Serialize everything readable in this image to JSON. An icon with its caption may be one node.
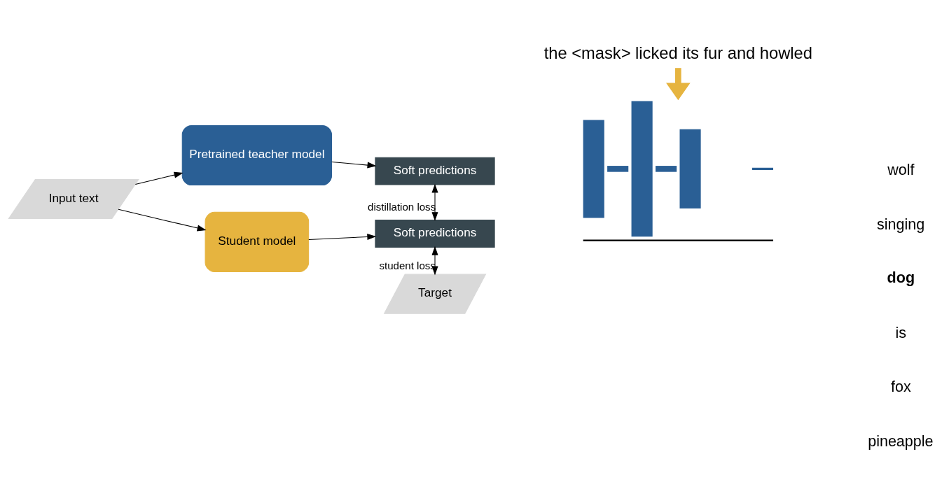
{
  "diagram": {
    "nodes": [
      {
        "text": [
          "Input text"
        ]
      },
      {
        "text": [
          "Pretrained teacher model"
        ]
      },
      {
        "text": [
          "Student model"
        ]
      },
      {
        "text": [
          "Soft predictions"
        ]
      },
      {
        "text": [
          "Soft predictions"
        ]
      },
      {
        "text": [
          "Target"
        ]
      },
      {
        "text": [],
        "shape": "bar"
      },
      {
        "text": [
          "the <mask> licked its fur and howled"
        ]
      }
    ],
    "edges": [
      {
        "from": 0,
        "to": 1,
        "arrow": "to"
      },
      {
        "from": 0,
        "to": 2,
        "arrow": "to"
      },
      {
        "from": 1,
        "to": 3,
        "arrow": "to"
      },
      {
        "from": 2,
        "to": 4,
        "arrow": "to"
      },
      {
        "from": 3,
        "to": 4,
        "arrow": "both",
        "label": "distillation loss"
      },
      {
        "from": 4,
        "to": 5,
        "arrow": "both",
        "label": "student loss"
      },
      {
        "from": 7,
        "to": 6,
        "arrow": "to",
        "style": "thick",
        "color": "#e6b43f"
      }
    ],
    "labels": [
      "wolf",
      "singing",
      "dog",
      "is",
      "fox",
      "pineapple"
    ]
  }
}
